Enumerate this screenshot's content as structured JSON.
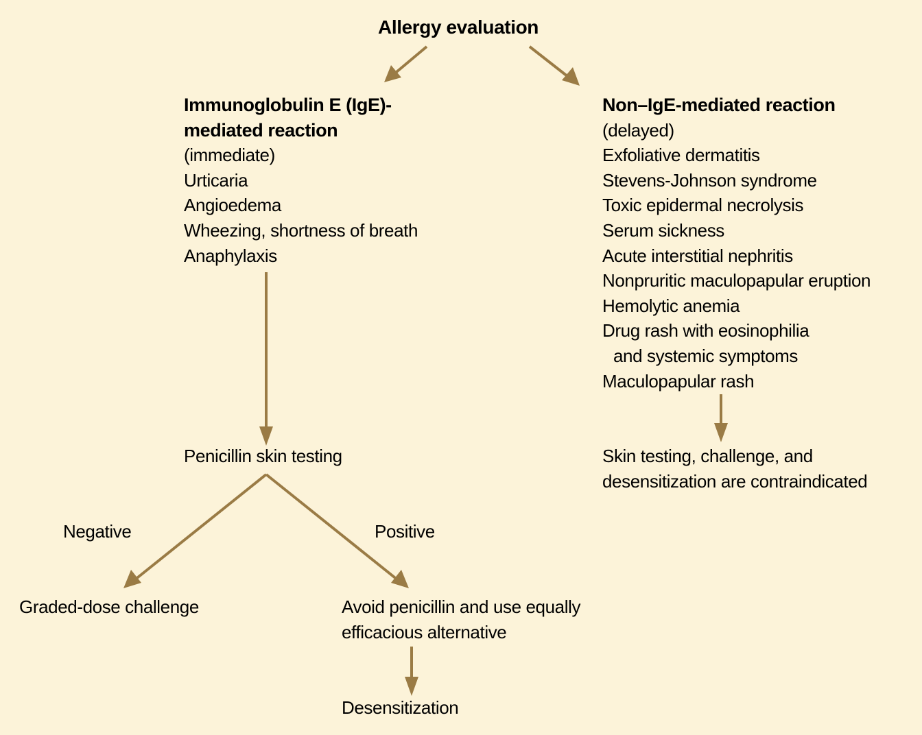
{
  "colors": {
    "background": "#fcf3d9",
    "arrow": "#9a7b45"
  },
  "title": "Allergy evaluation",
  "ige": {
    "heading": [
      "Immunoglobulin E (IgE)-",
      "mediated reaction"
    ],
    "items": [
      "(immediate)",
      "Urticaria",
      "Angioedema",
      "Wheezing, shortness of breath",
      "Anaphylaxis"
    ]
  },
  "nonige": {
    "heading": "Non–IgE-mediated reaction",
    "items": [
      "(delayed)",
      "Exfoliative dermatitis",
      "Stevens-Johnson syndrome",
      "Toxic epidermal necrolysis",
      "Serum sickness",
      "Acute interstitial nephritis",
      "Nonpruritic maculopapular eruption",
      "Hemolytic anemia",
      "Drug rash with eosinophilia",
      "and systemic symptoms",
      "Maculopapular rash"
    ],
    "outcome": [
      "Skin testing, challenge, and",
      "desensitization are contraindicated"
    ]
  },
  "skin_test": "Penicillin skin testing",
  "negative_label": "Negative",
  "positive_label": "Positive",
  "negative_outcome": "Graded-dose challenge",
  "positive_outcome": [
    "Avoid penicillin and use equally",
    "efficacious alternative"
  ],
  "final": "Desensitization"
}
